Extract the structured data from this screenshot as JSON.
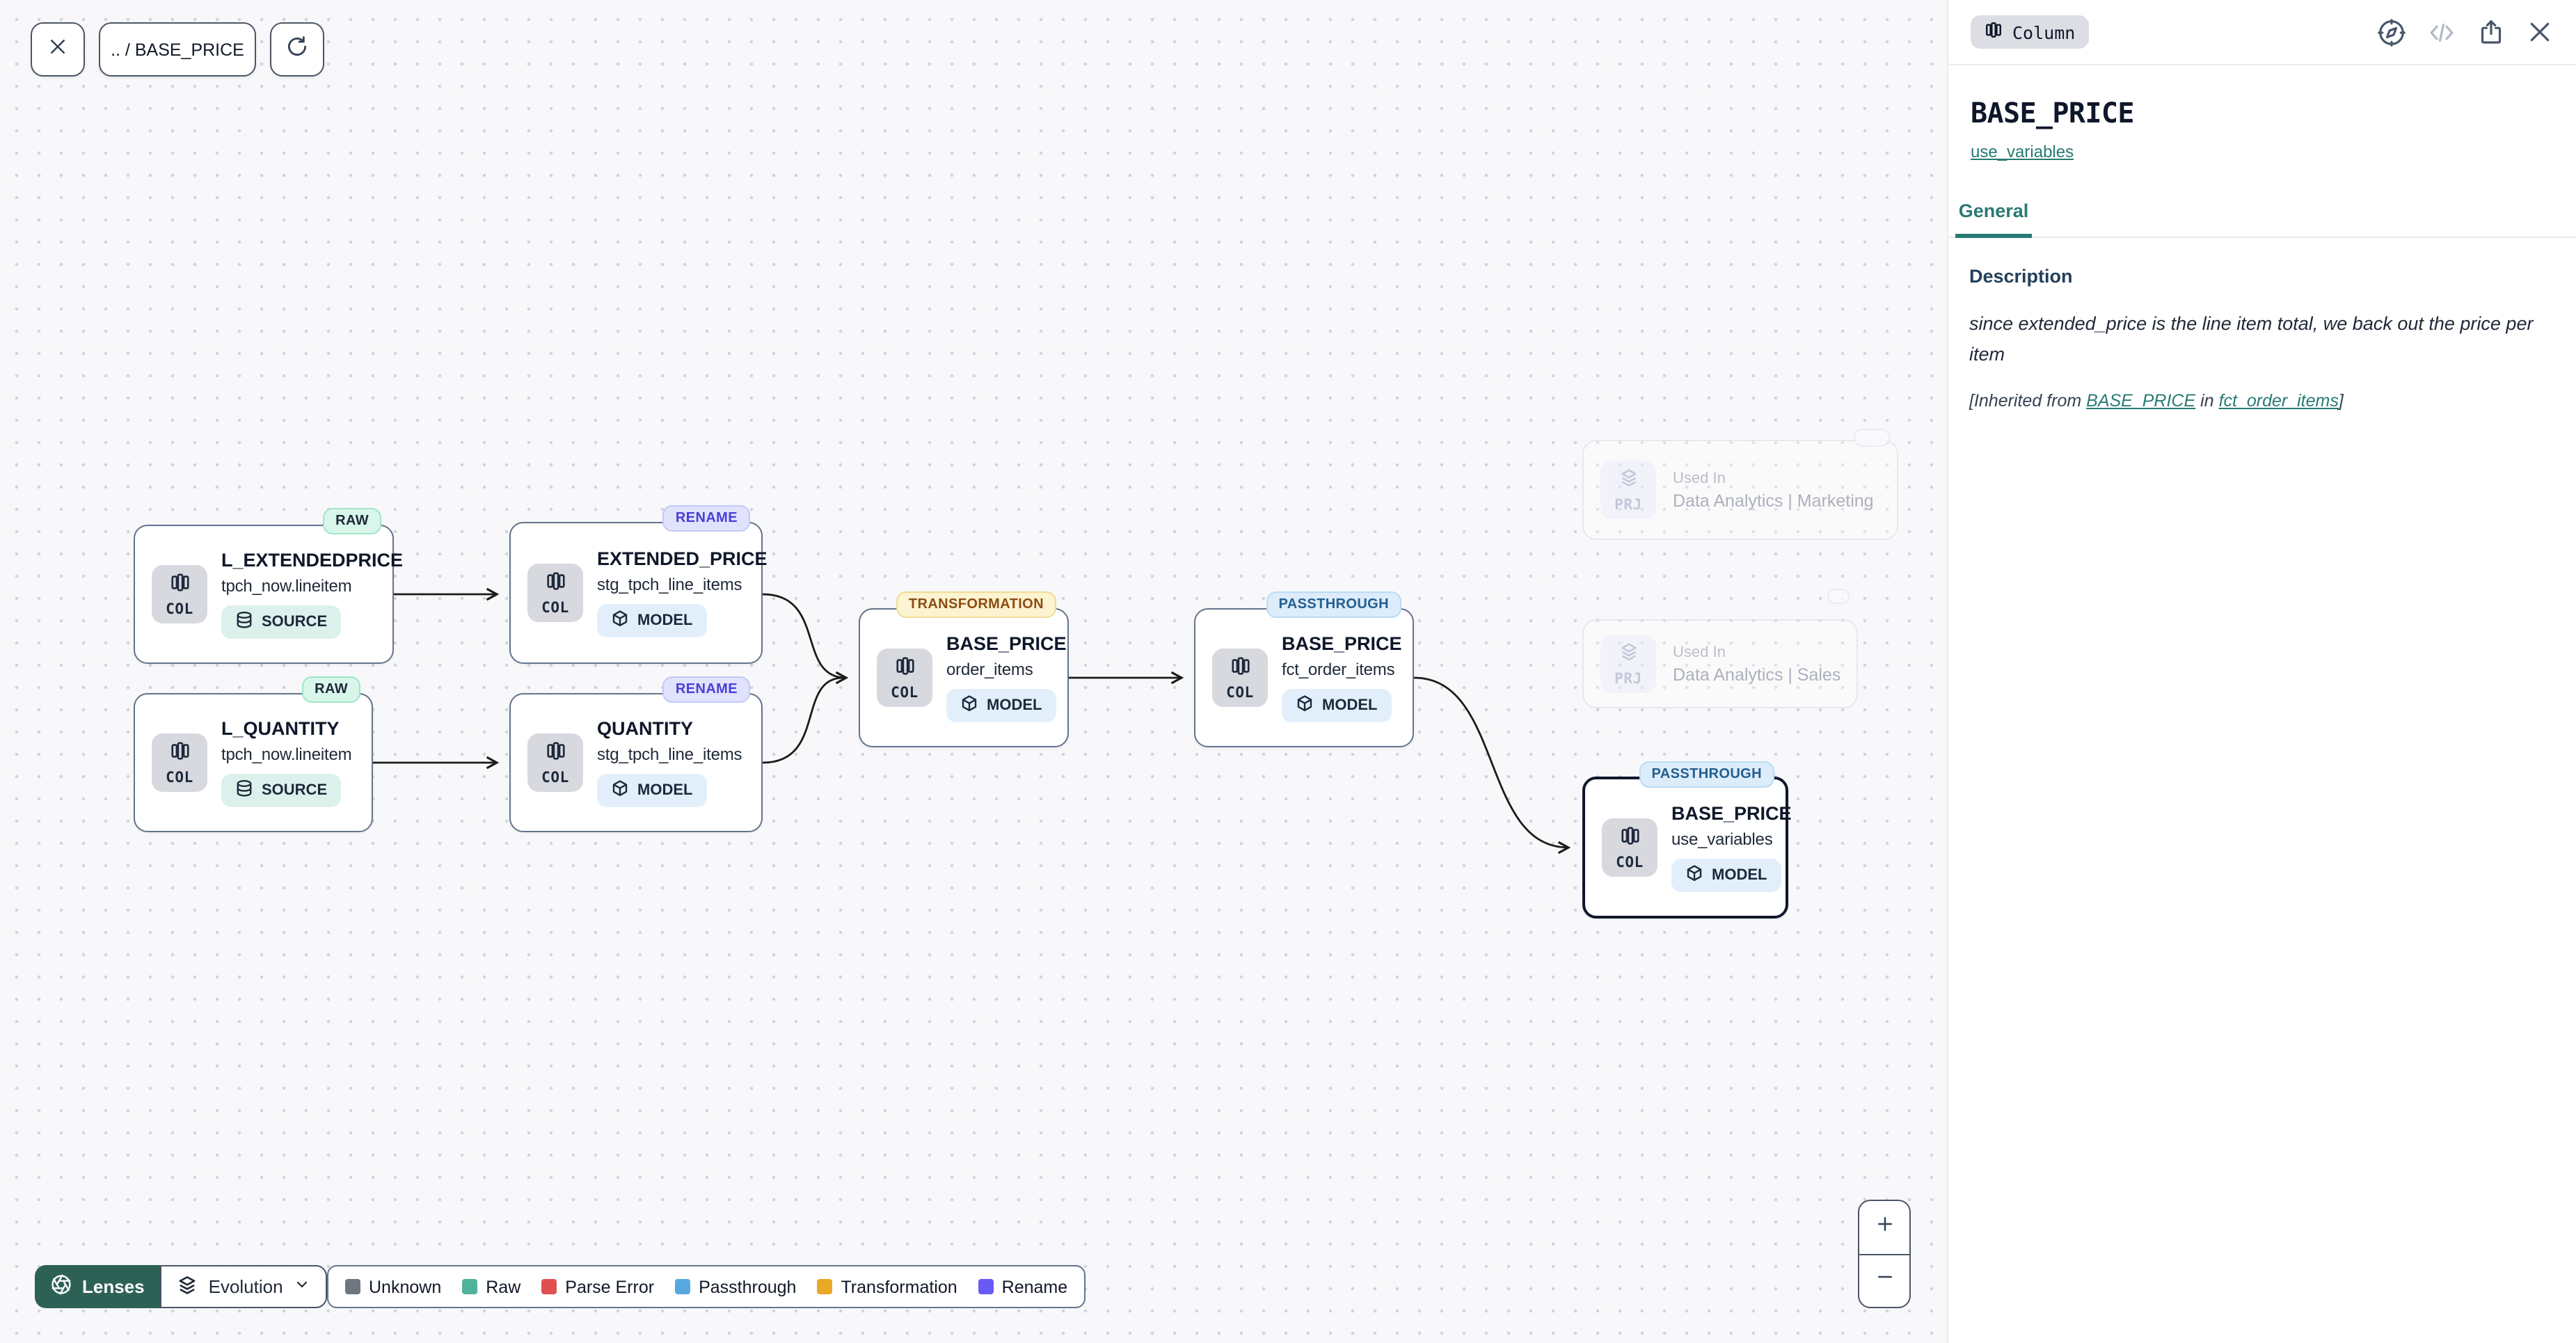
{
  "toolbar": {
    "breadcrumb": ".. / BASE_PRICE"
  },
  "canvas": {
    "nodes": [
      {
        "title": "L_EXTENDEDPRICE",
        "subtitle": "tpch_now.lineitem",
        "type_badge": "RAW",
        "kind_badge": "SOURCE",
        "icon_label": "COL"
      },
      {
        "title": "EXTENDED_PRICE",
        "subtitle": "stg_tpch_line_items",
        "type_badge": "RENAME",
        "kind_badge": "MODEL",
        "icon_label": "COL"
      },
      {
        "title": "L_QUANTITY",
        "subtitle": "tpch_now.lineitem",
        "type_badge": "RAW",
        "kind_badge": "SOURCE",
        "icon_label": "COL"
      },
      {
        "title": "QUANTITY",
        "subtitle": "stg_tpch_line_items",
        "type_badge": "RENAME",
        "kind_badge": "MODEL",
        "icon_label": "COL"
      },
      {
        "title": "BASE_PRICE",
        "subtitle": "order_items",
        "type_badge": "TRANSFORMATION",
        "kind_badge": "MODEL",
        "icon_label": "COL"
      },
      {
        "title": "BASE_PRICE",
        "subtitle": "fct_order_items",
        "type_badge": "PASSTHROUGH",
        "kind_badge": "MODEL",
        "icon_label": "COL"
      },
      {
        "title": "BASE_PRICE",
        "subtitle": "use_variables",
        "type_badge": "PASSTHROUGH",
        "kind_badge": "MODEL",
        "icon_label": "COL",
        "selected": true
      }
    ],
    "used_in": [
      {
        "label": "Used In",
        "name": "Data Analytics | Marketing",
        "icon_label": "PRJ"
      },
      {
        "label": "Used In",
        "name": "Data Analytics | Sales",
        "icon_label": "PRJ"
      }
    ]
  },
  "footer": {
    "lenses_label": "Lenses",
    "lens_selected": "Evolution",
    "legend": [
      {
        "label": "Unknown",
        "color": "#6f7680"
      },
      {
        "label": "Raw",
        "color": "#4fb39b"
      },
      {
        "label": "Parse Error",
        "color": "#e15050"
      },
      {
        "label": "Passthrough",
        "color": "#58a8e0"
      },
      {
        "label": "Transformation",
        "color": "#e9a826"
      },
      {
        "label": "Rename",
        "color": "#6a5af5"
      }
    ]
  },
  "panel": {
    "entity_type": "Column",
    "title": "BASE_PRICE",
    "model_link": "use_variables",
    "tab_general": "General",
    "description": {
      "heading": "Description",
      "body": "since extended_price is the line item total, we back out the price per item",
      "inherited_prefix": "[Inherited from ",
      "inherited_link1": "BASE_PRICE",
      "inherited_middle": " in ",
      "inherited_link2": "fct_order_items",
      "inherited_suffix": "]"
    }
  },
  "colors": {
    "accent_teal": "#2a7a74",
    "lenses_button": "#2e6156",
    "selected_node_border": "#0f172a",
    "badge_raw_bg": "#d9f6ea",
    "badge_rename_bg": "#e1e2fc",
    "badge_transformation_bg": "#fcf3d0",
    "badge_passthrough_bg": "#dcecfa"
  }
}
